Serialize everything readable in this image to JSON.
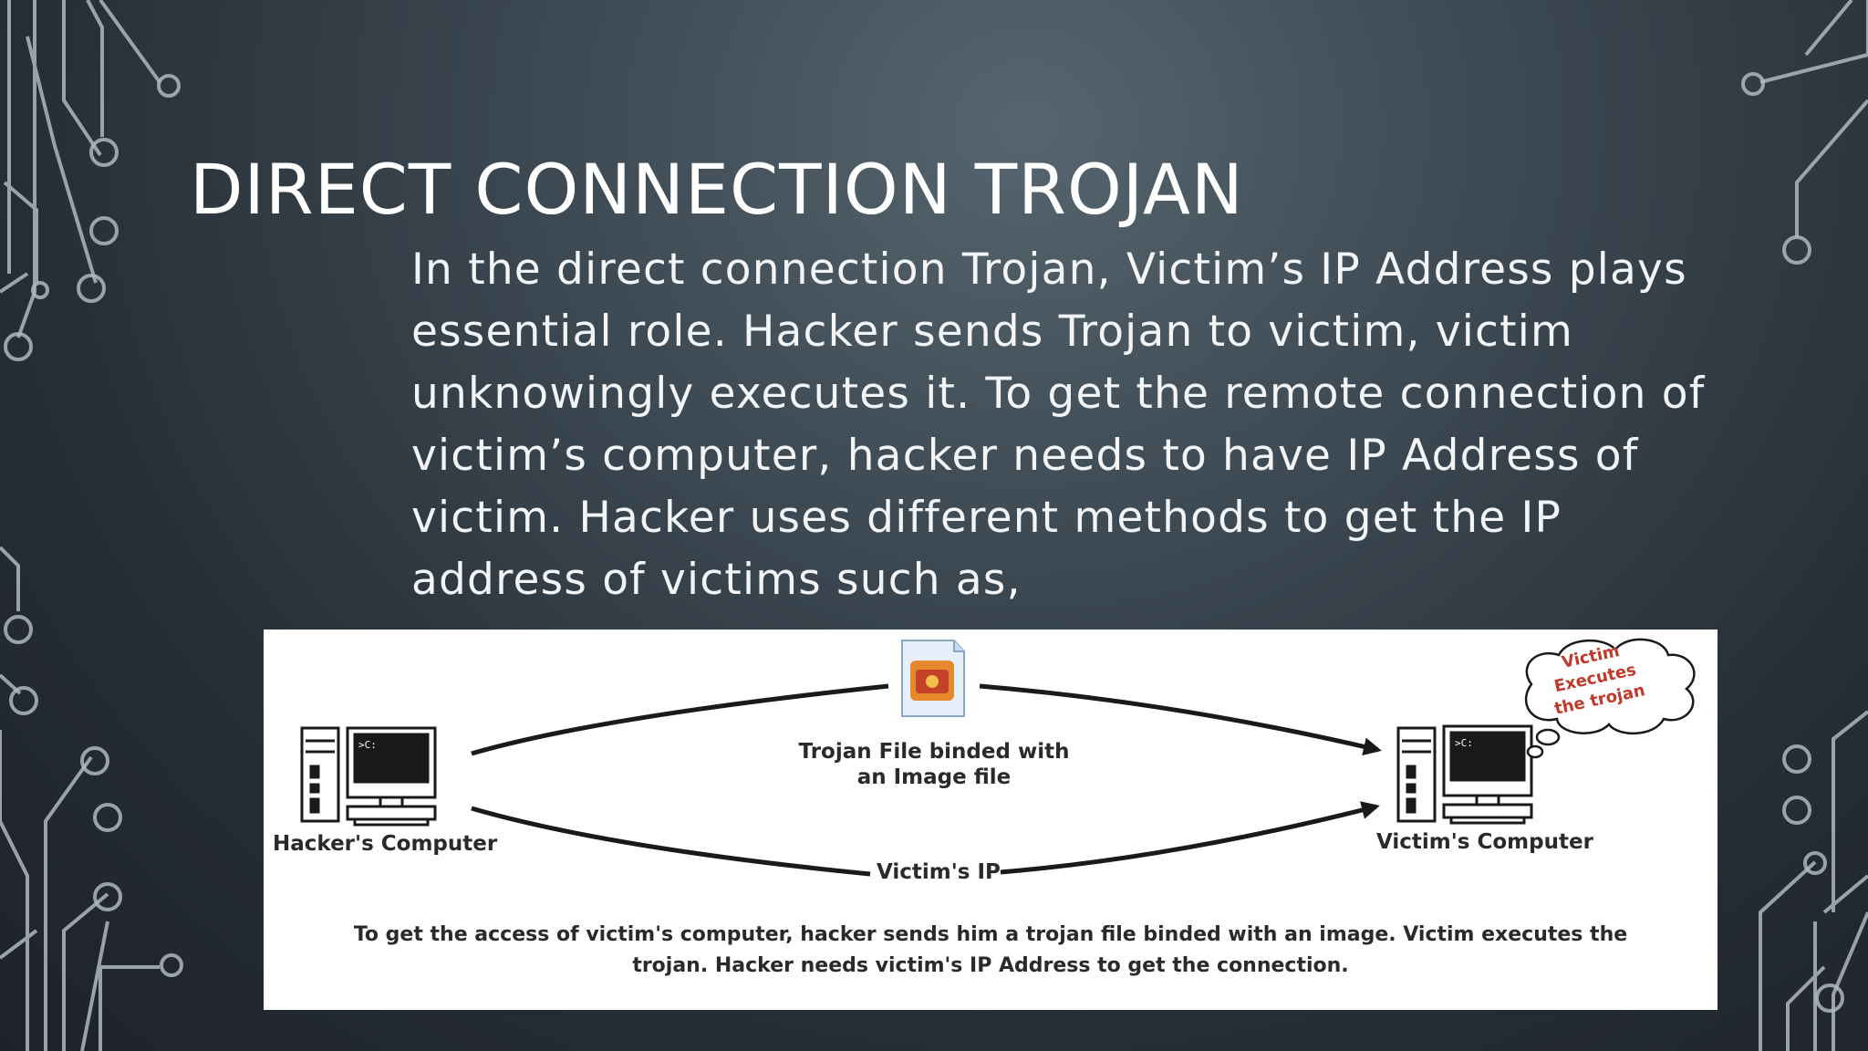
{
  "slide": {
    "title": "DIRECT CONNECTION TROJAN",
    "body_lines": [
      "In the direct connection Trojan, Victim’s IP Address plays",
      "essential role. Hacker sends Trojan to victim, victim",
      "unknowingly executes it. To  get the remote connection of",
      "victim’s computer, hacker needs to have IP Address of",
      "victim. Hacker uses different methods to get the IP",
      "address of victims such as,"
    ]
  },
  "diagram": {
    "hacker_label": "Hacker's Computer",
    "victim_label": "Victim's Computer",
    "trojan_label_line1": "Trojan File binded with",
    "trojan_label_line2": "an Image file",
    "ip_label": "Victim's IP",
    "cloud_line1": "Victim Executes",
    "cloud_line2": "the trojan",
    "screen_prompt": ">C:",
    "caption_line1": "To get the access of victim's computer, hacker sends him a trojan file binded with an image. Victim executes the",
    "caption_line2": "trojan. Hacker needs victim's IP Address to get the connection."
  },
  "colors": {
    "background": "#2e3740",
    "circuit": "#aeb8c0",
    "title": "#ffffff",
    "diagram_ink": "#1a1a1a",
    "cloud_text": "#c0392b"
  }
}
